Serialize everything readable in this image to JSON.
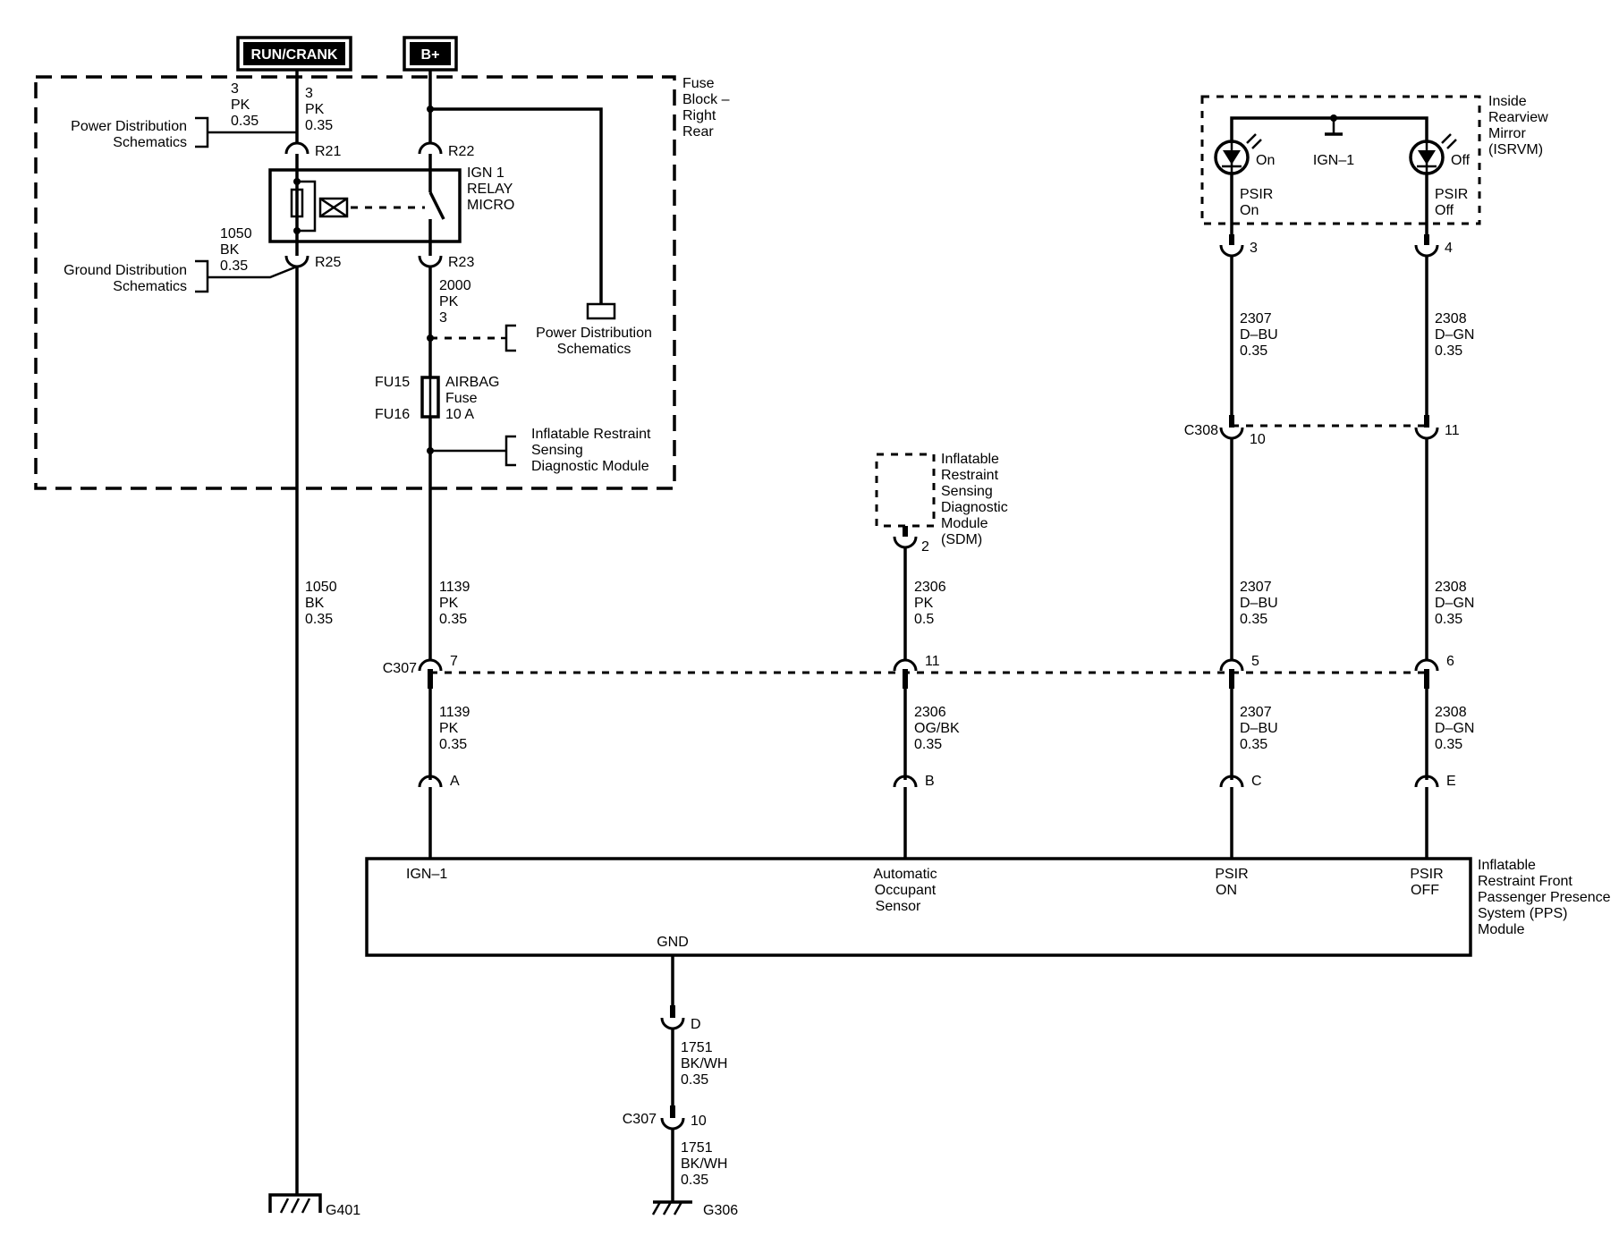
{
  "supplies": {
    "run_crank": "RUN/CRANK",
    "bplus": "B+"
  },
  "fuse_block": {
    "l1": "Fuse",
    "l2": "Block –",
    "l3": "Right",
    "l4": "Rear"
  },
  "refs": {
    "pd_l1": "Power Distribution",
    "pd_l2": "Schematics",
    "gd_l1": "Ground Distribution",
    "gd_l2": "Schematics",
    "pd2_l1": "Power Distribution",
    "pd2_l2": "Schematics",
    "irs_l1": "Inflatable Restraint",
    "irs_l2": "Sensing",
    "irs_l3": "Diagnostic Module"
  },
  "relay": {
    "l1": "IGN 1",
    "l2": "RELAY",
    "l3": "MICRO"
  },
  "fuse": {
    "fu15": "FU15",
    "fu16": "FU16",
    "l1": "AIRBAG",
    "l2": "Fuse",
    "l3": "10 A"
  },
  "terminals": {
    "r21": "R21",
    "r22": "R22",
    "r23": "R23",
    "r25": "R25"
  },
  "wires": {
    "w3a": {
      "circuit": "3",
      "color": "PK",
      "gauge": "0.35"
    },
    "w3b": {
      "circuit": "3",
      "color": "PK",
      "gauge": "0.35"
    },
    "w1050a": {
      "circuit": "1050",
      "color": "BK",
      "gauge": "0.35"
    },
    "w1050b": {
      "circuit": "1050",
      "color": "BK",
      "gauge": "0.35"
    },
    "w2000": {
      "circuit": "2000",
      "color": "PK",
      "gauge": "3"
    },
    "w1139a": {
      "circuit": "1139",
      "color": "PK",
      "gauge": "0.35"
    },
    "w1139b": {
      "circuit": "1139",
      "color": "PK",
      "gauge": "0.35"
    },
    "w2306a": {
      "circuit": "2306",
      "color": "PK",
      "gauge": "0.5"
    },
    "w2306b": {
      "circuit": "2306",
      "color": "OG/BK",
      "gauge": "0.35"
    },
    "w2307a": {
      "circuit": "2307",
      "color": "D–BU",
      "gauge": "0.35"
    },
    "w2307b": {
      "circuit": "2307",
      "color": "D–BU",
      "gauge": "0.35"
    },
    "w2307c": {
      "circuit": "2307",
      "color": "D–BU",
      "gauge": "0.35"
    },
    "w2308a": {
      "circuit": "2308",
      "color": "D–GN",
      "gauge": "0.35"
    },
    "w2308b": {
      "circuit": "2308",
      "color": "D–GN",
      "gauge": "0.35"
    },
    "w2308c": {
      "circuit": "2308",
      "color": "D–GN",
      "gauge": "0.35"
    },
    "w1751a": {
      "circuit": "1751",
      "color": "BK/WH",
      "gauge": "0.35"
    },
    "w1751b": {
      "circuit": "1751",
      "color": "BK/WH",
      "gauge": "0.35"
    }
  },
  "connectors": {
    "c307": "C307",
    "c307b": "C307",
    "c308": "C308",
    "p7": "7",
    "p11": "11",
    "p5": "5",
    "p6": "6",
    "p10": "10",
    "p11b": "11",
    "p3": "3",
    "p4": "4",
    "p2": "2",
    "pA": "A",
    "pB": "B",
    "pC": "C",
    "pE": "E",
    "pD": "D",
    "p10b": "10"
  },
  "sdm": {
    "l1": "Inflatable",
    "l2": "Restraint",
    "l3": "Sensing",
    "l4": "Diagnostic",
    "l5": "Module",
    "l6": "(SDM)"
  },
  "mirror": {
    "on": "On",
    "off": "Off",
    "ign": "IGN–1",
    "psir_on_1": "PSIR",
    "psir_on_2": "On",
    "psir_off_1": "PSIR",
    "psir_off_2": "Off",
    "l1": "Inside",
    "l2": "Rearview",
    "l3": "Mirror",
    "l4": "(ISRVM)"
  },
  "module": {
    "ign": "IGN–1",
    "aos_1": "Automatic",
    "aos_2": "Occupant",
    "aos_3": "Sensor",
    "psir_on_1": "PSIR",
    "psir_on_2": "ON",
    "psir_off_1": "PSIR",
    "psir_off_2": "OFF",
    "gnd": "GND",
    "l1": "Inflatable",
    "l2": "Restraint Front",
    "l3": "Passenger Presence",
    "l4": "System (PPS)",
    "l5": "Module"
  },
  "grounds": {
    "g401": "G401",
    "g306": "G306"
  }
}
